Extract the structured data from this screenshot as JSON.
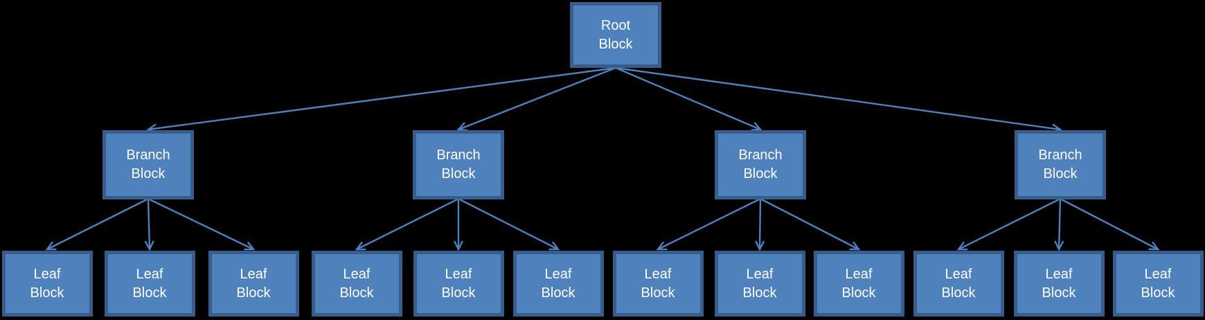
{
  "diagram": {
    "root": {
      "label": "Root Block"
    },
    "branches": [
      {
        "label": "Branch Block",
        "leaves": [
          {
            "label": "Leaf Block"
          },
          {
            "label": "Leaf Block"
          },
          {
            "label": "Leaf Block"
          }
        ]
      },
      {
        "label": "Branch Block",
        "leaves": [
          {
            "label": "Leaf Block"
          },
          {
            "label": "Leaf Block"
          },
          {
            "label": "Leaf Block"
          }
        ]
      },
      {
        "label": "Branch Block",
        "leaves": [
          {
            "label": "Leaf Block"
          },
          {
            "label": "Leaf Block"
          },
          {
            "label": "Leaf Block"
          }
        ]
      },
      {
        "label": "Branch Block",
        "leaves": [
          {
            "label": "Leaf Block"
          },
          {
            "label": "Leaf Block"
          },
          {
            "label": "Leaf Block"
          }
        ]
      }
    ],
    "colors": {
      "background": "#000000",
      "node_fill": "#4f81bd",
      "node_border": "#385d8a",
      "arrow": "#4f81bd",
      "text": "#ffffff"
    }
  }
}
